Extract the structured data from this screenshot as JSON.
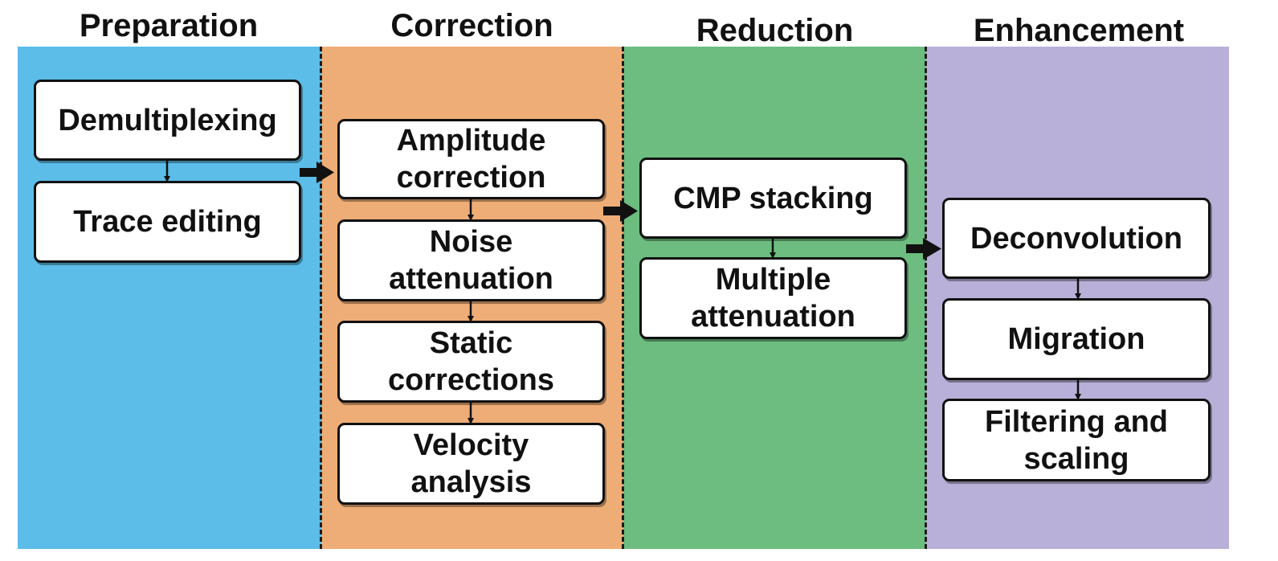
{
  "stages": [
    {
      "title": "Preparation",
      "color": "#5bbde8"
    },
    {
      "title": "Correction",
      "color": "#eead76"
    },
    {
      "title": "Reduction",
      "color": "#6cbd7f"
    },
    {
      "title": "Enhancement",
      "color": "#b8b0d8"
    }
  ],
  "steps": {
    "demultiplexing": "Demultiplexing",
    "trace_editing": "Trace editing",
    "amplitude_correction": "Amplitude\ncorrection",
    "noise_attenuation": "Noise\nattenuation",
    "static_corrections": "Static\ncorrections",
    "velocity_analysis": "Velocity\nanalysis",
    "cmp_stacking": "CMP stacking",
    "multiple_attenuation": "Multiple\nattenuation",
    "deconvolution": "Deconvolution",
    "migration": "Migration",
    "filtering_and_scaling": "Filtering and\nscaling"
  },
  "colors": {
    "outline": "#111111",
    "box_fill": "#ffffff"
  }
}
